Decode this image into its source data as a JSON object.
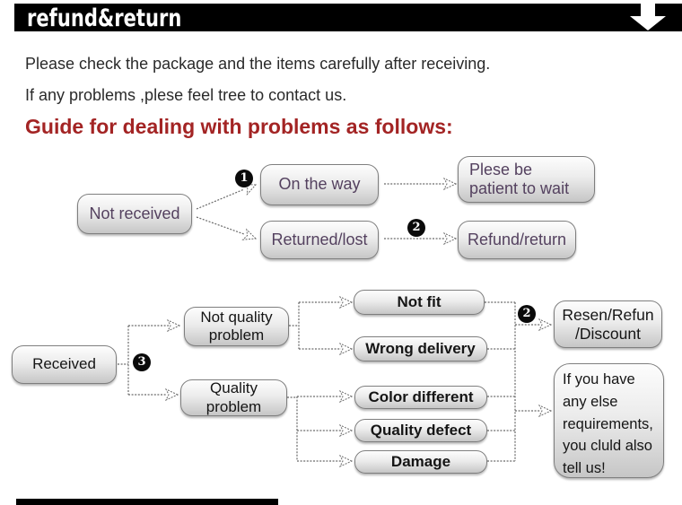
{
  "banner": {
    "title": "refund&return"
  },
  "intro": {
    "line1": "Please check the package and the items carefully after receiving.",
    "line2": "If any problems ,plese feel tree to contact us.",
    "heading": "Guide for dealing with problems as follows:"
  },
  "steps": {
    "one": "1",
    "two": "2",
    "three": "3"
  },
  "flow_not_received": {
    "not_received": "Not received",
    "on_the_way": "On the way",
    "returned_lost": "Returned/lost",
    "please_wait": "Plese be\npatient to wait",
    "refund_return": "Refund/return"
  },
  "flow_received": {
    "received": "Received",
    "not_quality": "Not quality\nproblem",
    "quality": "Quality\nproblem",
    "not_fit": "Not fit",
    "wrong_delivery": "Wrong delivery",
    "color_different": "Color different",
    "quality_defect": "Quality defect",
    "damage": "Damage",
    "resend": "Resen/Refun\n/Discount",
    "any_else": "If you have\nany else\nrequirements,\nyou cluld also\ntell us!"
  },
  "colors": {
    "banner_bg": "#000000",
    "heading_red": "#a32424",
    "flow1_text": "#54415f",
    "flow2_text": "#151515",
    "node_border": "#7e7e7e"
  }
}
